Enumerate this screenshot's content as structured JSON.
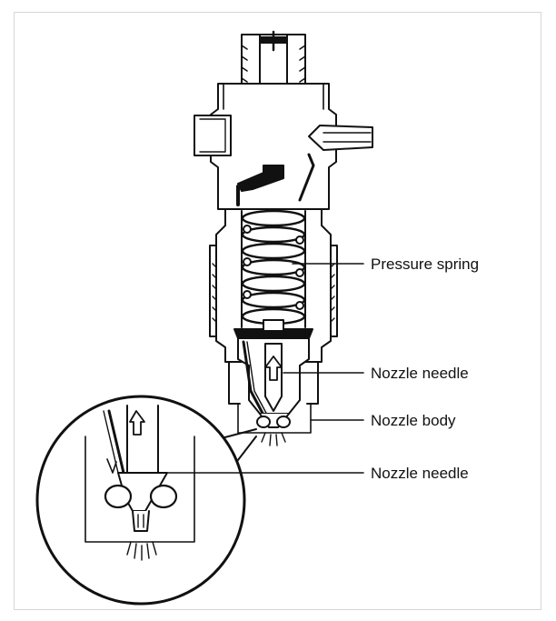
{
  "labels": {
    "pressure_spring": "Pressure spring",
    "nozzle_needle_upper": "Nozzle needle",
    "nozzle_body": "Nozzle body",
    "nozzle_needle_lower": "Nozzle needle"
  },
  "colors": {
    "ink": "#111111",
    "frame": "#d6d6d6",
    "background": "#ffffff"
  },
  "icons": [
    "flow-arrow-down",
    "flow-arrow-up",
    "spray-lines"
  ]
}
